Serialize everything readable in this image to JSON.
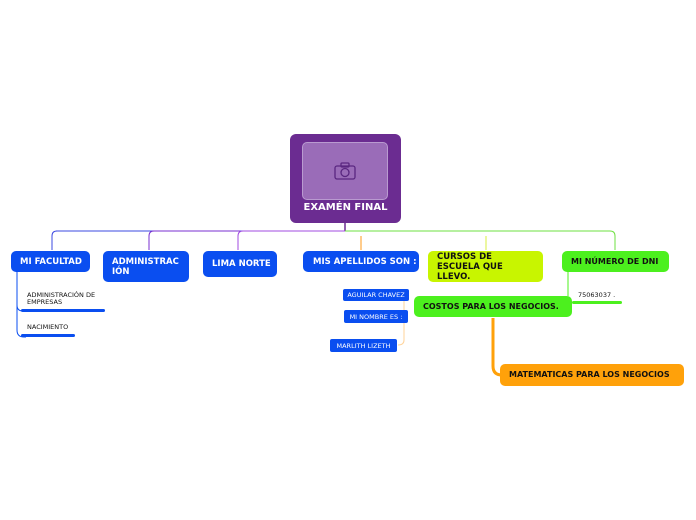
{
  "center": {
    "title": "EXAMÉN FINAL",
    "image_icon": "camera-icon"
  },
  "nodes": {
    "facultad": "MI FACULTAD",
    "facultad_children": [
      "ADMINISTRACIÓN DE EMPRESAS",
      "NACIMIENTO"
    ],
    "administracion": "ADMINISTRACIÓN",
    "lima_norte": "LIMA NORTE",
    "apellidos": "MIS APELLIDOS SON :",
    "apellidos_children": [
      "AGUILAR CHAVEZ",
      "MI NOMBRE  ES :",
      "MARLITH    LIZETH"
    ],
    "cursos": "CURSOS DE ESCUELA QUE LLEVO.",
    "costos": "COSTOS PARA LOS  NEGOCIOS.",
    "matematicas": "MATEMATICAS  PARA LOS NEGOCIOS",
    "dni": "MI NÚMERO DE DNI",
    "dni_value": "75063037 ."
  },
  "colors": {
    "blue": "#0a4ef0",
    "purple": "#6b2c91",
    "lime": "#c8f500",
    "green": "#4cf01e",
    "orange": "#ffa10a"
  }
}
